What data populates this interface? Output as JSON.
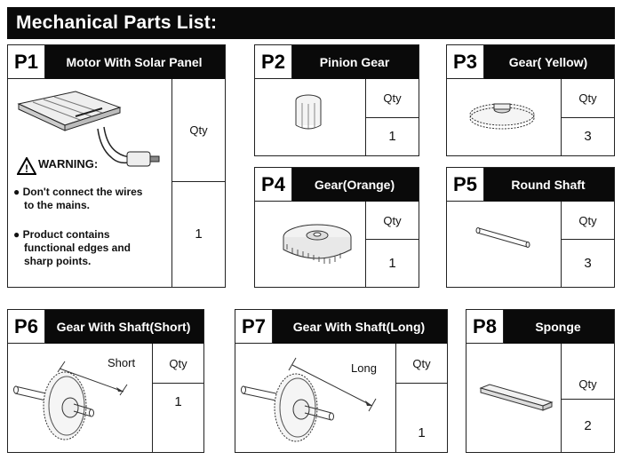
{
  "page": {
    "title": "Mechanical Parts List:"
  },
  "parts": [
    {
      "code": "P1",
      "name": "Motor With Solar Panel",
      "qty_label": "Qty",
      "qty": "1"
    },
    {
      "code": "P2",
      "name": "Pinion Gear",
      "qty_label": "Qty",
      "qty": "1"
    },
    {
      "code": "P3",
      "name": "Gear( Yellow)",
      "qty_label": "Qty",
      "qty": "3"
    },
    {
      "code": "P4",
      "name": "Gear(Orange)",
      "qty_label": "Qty",
      "qty": "1"
    },
    {
      "code": "P5",
      "name": "Round Shaft",
      "qty_label": "Qty",
      "qty": "3"
    },
    {
      "code": "P6",
      "name": "Gear With Shaft(Short)",
      "qty_label": "Qty",
      "qty": "1",
      "dimension": "Short"
    },
    {
      "code": "P7",
      "name": "Gear With Shaft(Long)",
      "qty_label": "Qty",
      "qty": "1",
      "dimension": "Long"
    },
    {
      "code": "P8",
      "name": "Sponge",
      "qty_label": "Qty",
      "qty": "2"
    }
  ],
  "warning": {
    "heading": "WARNING:",
    "line1a": "Don't connect the wires",
    "line1b": "to the mains.",
    "line2a": "Product contains",
    "line2b": "functional edges and",
    "line2c": "sharp points."
  }
}
